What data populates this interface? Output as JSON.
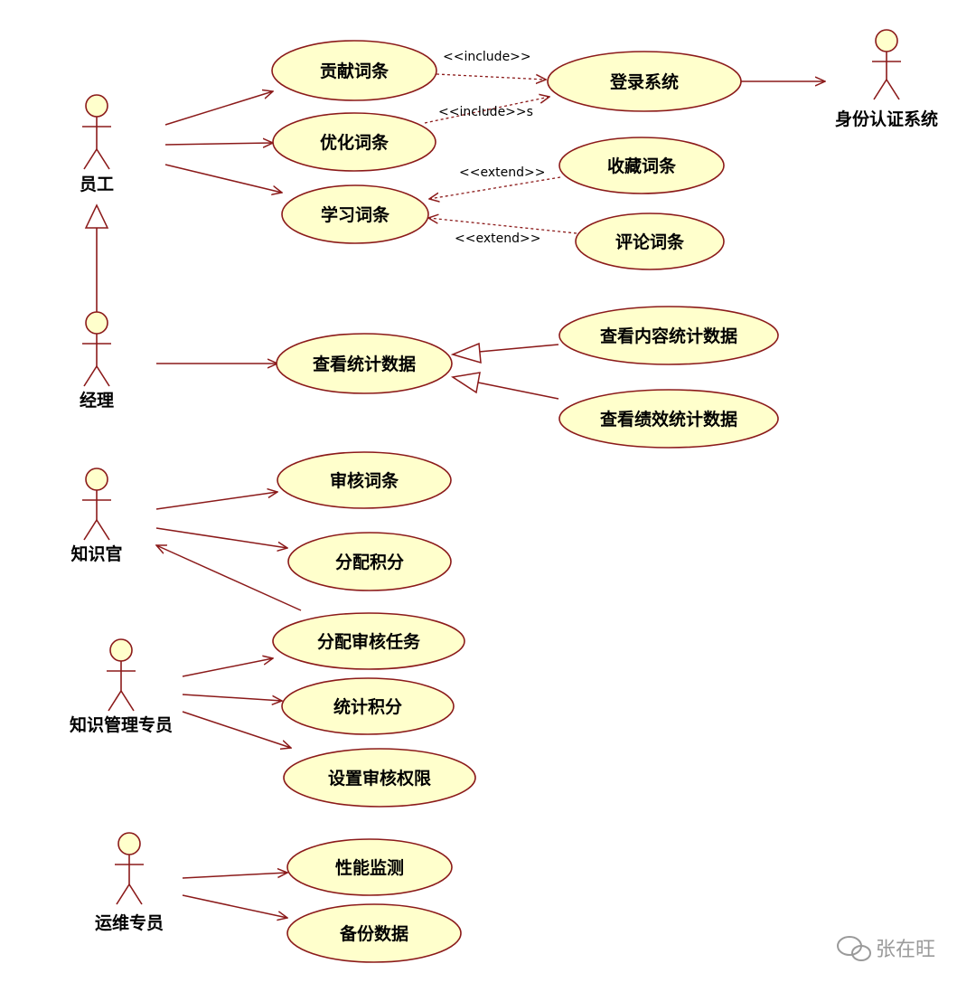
{
  "actors": {
    "employee": "员工",
    "manager": "经理",
    "knowledge_officer": "知识官",
    "knowledge_admin": "知识管理专员",
    "ops": "运维专员",
    "auth_system": "身份认证系统"
  },
  "use_cases": {
    "contribute": "贡献词条",
    "optimize": "优化词条",
    "learn": "学习词条",
    "login": "登录系统",
    "favorite": "收藏词条",
    "comment": "评论词条",
    "view_stats": "查看统计数据",
    "view_content_stats": "查看内容统计数据",
    "view_perf_stats": "查看绩效统计数据",
    "review": "审核词条",
    "assign_points": "分配积分",
    "assign_review": "分配审核任务",
    "count_points": "统计积分",
    "set_permission": "设置审核权限",
    "monitor": "性能监测",
    "backup": "备份数据"
  },
  "stereotypes": {
    "include_1": "<<include>>",
    "include_2": "<<include>>s",
    "extend_1": "<<extend>>",
    "extend_2": "<<extend>>"
  },
  "watermark": "张在旺"
}
